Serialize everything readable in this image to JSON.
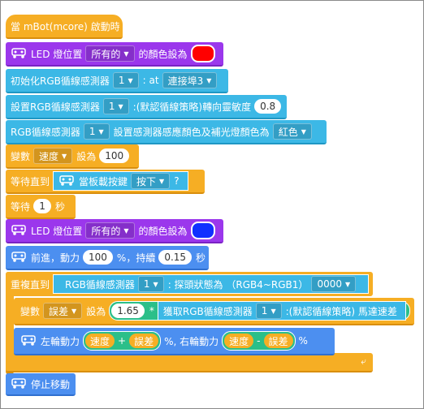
{
  "hat": {
    "label": "當 mBot(mcore) 啟動時"
  },
  "led1": {
    "label": "LED 燈位置",
    "position": "所有的",
    "color_label": "的顏色設為",
    "color": "#ff0000"
  },
  "init": {
    "label": "初始化RGB循線感測器",
    "port_index": "1",
    "at_label": ": at",
    "port": "連接埠3"
  },
  "sensitivity": {
    "label": "設置RGB循線感測器",
    "index": "1",
    "mid_label": ":(默認循線策略)轉向靈敏度",
    "value": "0.8"
  },
  "fillcolor": {
    "label": "RGB循線感測器",
    "index": "1",
    "mid_label": "設置感測器感應顏色及補光燈顏色為",
    "color": "紅色"
  },
  "setvar": {
    "label": "變數",
    "var": "速度",
    "set_label": "設為",
    "value": "100"
  },
  "waituntil": {
    "label": "等待直到",
    "board_label": "當板載按鍵",
    "state": "按下",
    "suffix": "?"
  },
  "wait": {
    "label": "等待",
    "value": "1",
    "unit": "秒"
  },
  "led2": {
    "label": "LED 燈位置",
    "position": "所有的",
    "color_label": "的顏色設為",
    "color": "#1030ff"
  },
  "forward": {
    "label": "前進，動力",
    "power": "100",
    "percent_label": "%，持續",
    "duration": "0.15",
    "unit": "秒"
  },
  "repeat": {
    "label": "重複直到",
    "sensor_label": "RGB循線感測器",
    "index": "1",
    "mid_label": ": 探頭狀態為 （RGB4~RGB1）",
    "state": "0000"
  },
  "seterror": {
    "label": "變數",
    "var": "誤差",
    "set_label": "設為",
    "value": "1.65",
    "times": "*",
    "sensor_label": "獲取RGB循線感測器",
    "index": "1",
    "suffix": ":(默認循線策略) 馬達速差"
  },
  "wheels": {
    "label": "左輪動力",
    "speed": "速度",
    "plus": "+",
    "error": "誤差",
    "mid_label": "%, 右輪動力",
    "minus": "-",
    "percent": "%"
  },
  "stop": {
    "label": "停止移動"
  },
  "icons": {
    "loop_end": "loop-arrow-icon",
    "robot": "mbot-robot-icon",
    "dropdown": "triangle-down-icon"
  }
}
